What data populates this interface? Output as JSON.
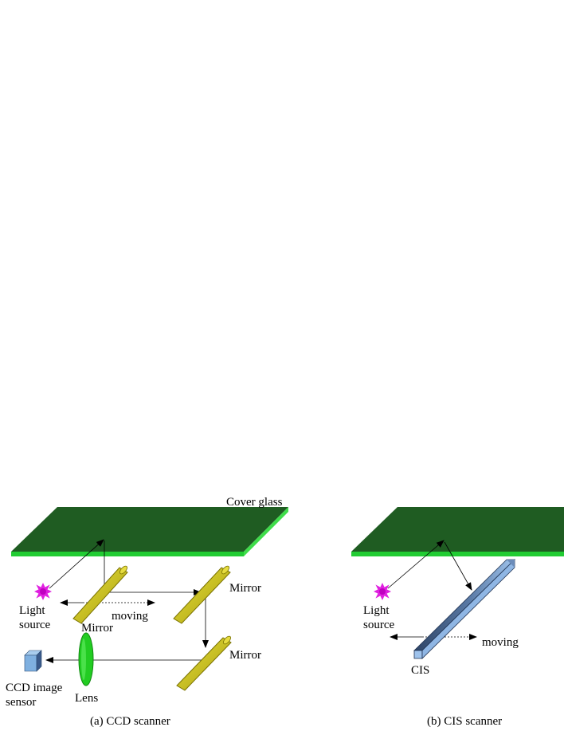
{
  "ccd_panel": {
    "cover_glass_label": "Cover glass",
    "light_source_line1": "Light",
    "light_source_line2": "source",
    "mirror_label_1": "Mirror",
    "mirror_label_2": "Mirror",
    "mirror_label_3": "Mirror",
    "moving_label": "moving",
    "lens_label": "Lens",
    "sensor_line1": "CCD image",
    "sensor_line2": "sensor",
    "caption": "(a)  CCD scanner"
  },
  "cis_panel": {
    "light_source_line1": "Light",
    "light_source_line2": "source",
    "moving_label": "moving",
    "cis_label": "CIS",
    "caption": "(b)  CIS scanner"
  },
  "colors": {
    "glass_top": "#1f5c22",
    "glass_edge": "#22cc33",
    "mirror_fill": "#cfc51a",
    "lens_fill": "#22cc22",
    "light_star": "#e020e0",
    "sensor_front": "#7fb0e0",
    "cis_fill": "#4a6a94"
  }
}
